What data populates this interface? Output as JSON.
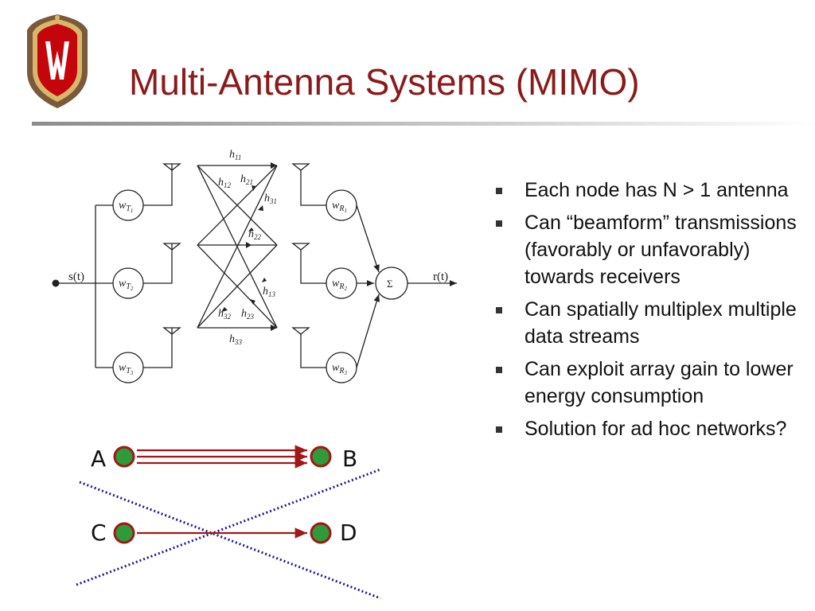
{
  "slide": {
    "title": "Multi-Antenna Systems (MIMO)",
    "logo": {
      "icon": "uw-madison-crest-icon",
      "letter": "W",
      "colors": {
        "shield": "#c5050c",
        "frame": "#7a5a3a",
        "trim": "#d9b76a"
      }
    },
    "accent_color": "#8b1a1a"
  },
  "diagram": {
    "input_label": "s(t)",
    "output_label": "r(t)",
    "sum_symbol": "Σ",
    "tx_weights": [
      {
        "base": "w",
        "sub": "T",
        "subsub": "1"
      },
      {
        "base": "w",
        "sub": "T",
        "subsub": "2"
      },
      {
        "base": "w",
        "sub": "T",
        "subsub": "3"
      }
    ],
    "rx_weights": [
      {
        "base": "w",
        "sub": "R",
        "subsub": "1"
      },
      {
        "base": "w",
        "sub": "R",
        "subsub": "2"
      },
      {
        "base": "w",
        "sub": "R",
        "subsub": "3"
      }
    ],
    "channel_labels": [
      {
        "base": "h",
        "sub": "11"
      },
      {
        "base": "h",
        "sub": "12"
      },
      {
        "base": "h",
        "sub": "21"
      },
      {
        "base": "h",
        "sub": "31"
      },
      {
        "base": "h",
        "sub": "22"
      },
      {
        "base": "h",
        "sub": "13"
      },
      {
        "base": "h",
        "sub": "32"
      },
      {
        "base": "h",
        "sub": "23"
      },
      {
        "base": "h",
        "sub": "33"
      }
    ]
  },
  "bullets": [
    "Each node has N > 1 antenna",
    "Can “beamform” transmissions (favorably or unfavorably) towards receivers",
    "Can spatially multiplex multiple data streams",
    "Can exploit array gain to lower energy consumption",
    "Solution for ad hoc networks?"
  ],
  "network": {
    "nodes": [
      {
        "label": "A"
      },
      {
        "label": "B"
      },
      {
        "label": "C"
      },
      {
        "label": "D"
      }
    ],
    "colors": {
      "node_fill": "#2e9a3a",
      "node_stroke": "#a01818",
      "link": "#a01818",
      "interference": "#1a1a8c"
    }
  }
}
